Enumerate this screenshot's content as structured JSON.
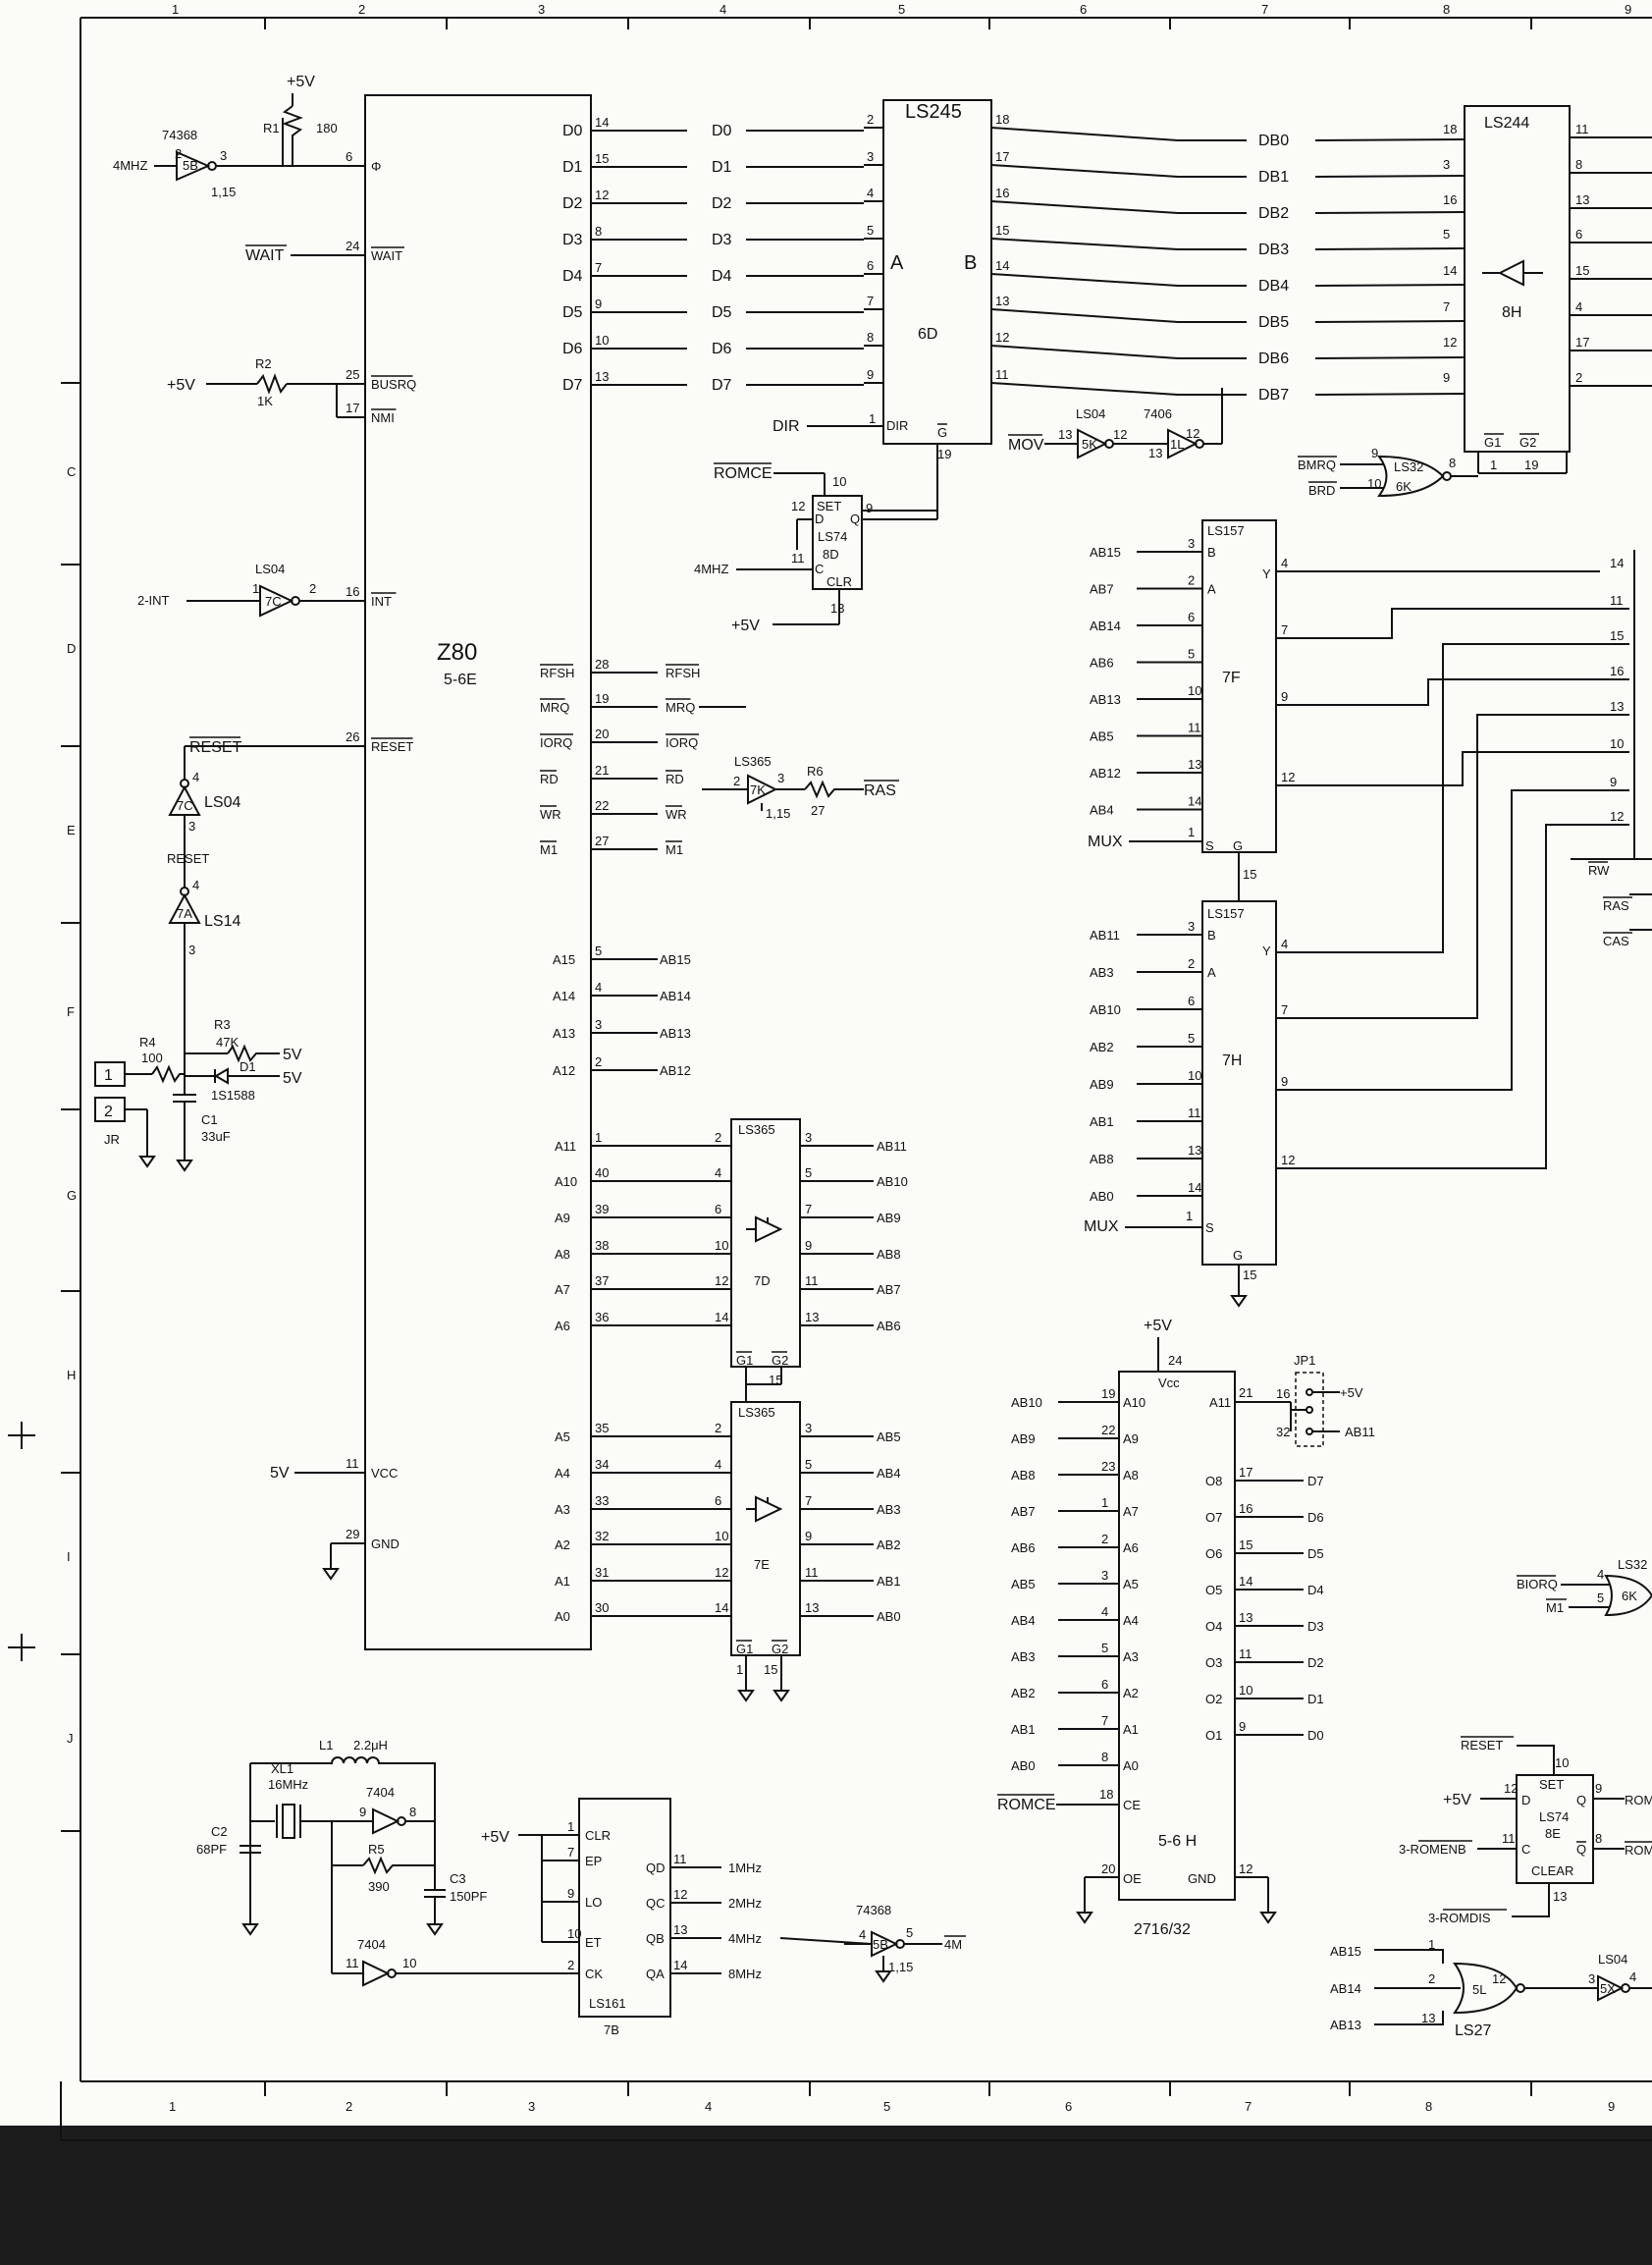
{
  "border": {
    "cols_top": [
      "1",
      "2",
      "3",
      "4",
      "5",
      "6",
      "7",
      "8",
      "9"
    ],
    "cols_bottom": [
      "1",
      "2",
      "3",
      "4",
      "5",
      "6",
      "7",
      "8",
      "9"
    ],
    "rows": [
      "C",
      "D",
      "E",
      "F",
      "G",
      "H",
      "I",
      "J"
    ]
  },
  "chips": {
    "z80": {
      "name": "Z80",
      "loc": "5-6E",
      "left_pins": [
        {
          "pin": "6",
          "name": "Φ"
        },
        {
          "pin": "24",
          "name": "WAIT"
        },
        {
          "pin": "25",
          "name": "BUSRQ"
        },
        {
          "pin": "17",
          "name": "NMI"
        },
        {
          "pin": "16",
          "name": "INT"
        },
        {
          "pin": "26",
          "name": "RESET"
        },
        {
          "pin": "11",
          "name": "VCC"
        },
        {
          "pin": "29",
          "name": "GND"
        }
      ],
      "data_pins": [
        {
          "name": "D0",
          "pin": "14"
        },
        {
          "name": "D1",
          "pin": "15"
        },
        {
          "name": "D2",
          "pin": "12"
        },
        {
          "name": "D3",
          "pin": "8"
        },
        {
          "name": "D4",
          "pin": "7"
        },
        {
          "name": "D5",
          "pin": "9"
        },
        {
          "name": "D6",
          "pin": "10"
        },
        {
          "name": "D7",
          "pin": "13"
        }
      ],
      "ctrl_pins": [
        {
          "name": "RFSH",
          "pin": "28",
          "net": "RFSH"
        },
        {
          "name": "MRQ",
          "pin": "19",
          "net": "MRQ"
        },
        {
          "name": "IORQ",
          "pin": "20",
          "net": "IORQ"
        },
        {
          "name": "RD",
          "pin": "21",
          "net": "RD"
        },
        {
          "name": "WR",
          "pin": "22",
          "net": "WR"
        },
        {
          "name": "M1",
          "pin": "27",
          "net": "M1"
        }
      ],
      "addr_hi_pins": [
        {
          "name": "A15",
          "pin": "5",
          "net": "AB15"
        },
        {
          "name": "A14",
          "pin": "4",
          "net": "AB14"
        },
        {
          "name": "A13",
          "pin": "3",
          "net": "AB13"
        },
        {
          "name": "A12",
          "pin": "2",
          "net": "AB12"
        }
      ],
      "addr_pins": [
        {
          "name": "A11",
          "pin": "1"
        },
        {
          "name": "A10",
          "pin": "40"
        },
        {
          "name": "A9",
          "pin": "39"
        },
        {
          "name": "A8",
          "pin": "38"
        },
        {
          "name": "A7",
          "pin": "37"
        },
        {
          "name": "A6",
          "pin": "36"
        },
        {
          "name": "A5",
          "pin": "35"
        },
        {
          "name": "A4",
          "pin": "34"
        },
        {
          "name": "A3",
          "pin": "33"
        },
        {
          "name": "A2",
          "pin": "32"
        },
        {
          "name": "A1",
          "pin": "31"
        },
        {
          "name": "A0",
          "pin": "30"
        }
      ]
    },
    "ls245": {
      "name": "LS245",
      "loc": "6D",
      "a": "A",
      "b": "B",
      "dir": "DIR",
      "g": "G",
      "g_pin": "19",
      "dir_pin": "1",
      "nets_in": [
        "D0",
        "D1",
        "D2",
        "D3",
        "D4",
        "D5",
        "D6",
        "D7"
      ],
      "pins_in": [
        "2",
        "3",
        "4",
        "5",
        "6",
        "7",
        "8",
        "9"
      ],
      "pins_out": [
        "18",
        "17",
        "16",
        "15",
        "14",
        "13",
        "12",
        "11"
      ],
      "nets_out": [
        "DB0",
        "DB1",
        "DB2",
        "DB3",
        "DB4",
        "DB5",
        "DB6",
        "DB7"
      ],
      "dir_net": "DIR"
    },
    "ls244": {
      "name": "LS244",
      "loc": "8H",
      "pins_in": [
        "18",
        "3",
        "16",
        "5",
        "14",
        "7",
        "12",
        "9"
      ],
      "pins_out": [
        "11",
        "8",
        "13",
        "6",
        "15",
        "4",
        "17",
        "2"
      ],
      "g1": "G1",
      "g2": "G2",
      "g1_pin": "1",
      "g2_pin": "19"
    },
    "ls157_7f": {
      "name": "LS157",
      "loc": "7F",
      "inputs": [
        {
          "net": "AB15",
          "pin": "3",
          "port": "B"
        },
        {
          "net": "AB7",
          "pin": "2",
          "port": "A"
        },
        {
          "net": "AB14",
          "pin": "6"
        },
        {
          "net": "AB6",
          "pin": "5"
        },
        {
          "net": "AB13",
          "pin": "10"
        },
        {
          "net": "AB5",
          "pin": "11"
        },
        {
          "net": "AB12",
          "pin": "13"
        },
        {
          "net": "AB4",
          "pin": "14"
        }
      ],
      "mux": "MUX",
      "s": "S",
      "s_pin": "1",
      "g": "G",
      "g_pin": "15",
      "y": "Y",
      "outs": [
        "4",
        "7",
        "9",
        "12"
      ]
    },
    "ls157_7h": {
      "name": "LS157",
      "loc": "7H",
      "inputs": [
        {
          "net": "AB11",
          "pin": "3",
          "port": "B"
        },
        {
          "net": "AB3",
          "pin": "2",
          "port": "A"
        },
        {
          "net": "AB10",
          "pin": "6"
        },
        {
          "net": "AB2",
          "pin": "5"
        },
        {
          "net": "AB9",
          "pin": "10"
        },
        {
          "net": "AB1",
          "pin": "11"
        },
        {
          "net": "AB8",
          "pin": "13"
        },
        {
          "net": "AB0",
          "pin": "14"
        }
      ],
      "mux": "MUX",
      "s": "S",
      "s_pin": "1",
      "g": "G",
      "g_pin": "15",
      "y": "Y",
      "outs": [
        "4",
        "7",
        "9",
        "12"
      ]
    },
    "ls365_7d": {
      "name": "LS365",
      "loc": "7D",
      "pins_in": [
        "2",
        "4",
        "6",
        "10",
        "12",
        "14"
      ],
      "pins_out": [
        "3",
        "5",
        "7",
        "9",
        "11",
        "13"
      ],
      "nets": [
        "AB11",
        "AB10",
        "AB9",
        "AB8",
        "AB7",
        "AB6"
      ],
      "g1": "G1",
      "g2": "G2",
      "g_pin": "15"
    },
    "ls365_7e": {
      "name": "LS365",
      "loc": "7E",
      "pins_in": [
        "2",
        "4",
        "6",
        "10",
        "12",
        "14"
      ],
      "pins_out": [
        "3",
        "5",
        "7",
        "9",
        "11",
        "13"
      ],
      "nets": [
        "AB5",
        "AB4",
        "AB3",
        "AB2",
        "AB1",
        "AB0"
      ],
      "g1": "G1",
      "g2": "G2",
      "g1_pin": "1",
      "g2_pin": "15"
    },
    "rom": {
      "loc": "5-6 H",
      "part": "2716/32",
      "vcc": "Vcc",
      "vcc_pin": "24",
      "vcc_net": "+5V",
      "addr": [
        {
          "net": "AB10",
          "pin": "19",
          "port": "A10"
        },
        {
          "net": "AB9",
          "pin": "22",
          "port": "A9"
        },
        {
          "net": "AB8",
          "pin": "23",
          "port": "A8"
        },
        {
          "net": "AB7",
          "pin": "1",
          "port": "A7"
        },
        {
          "net": "AB6",
          "pin": "2",
          "port": "A6"
        },
        {
          "net": "AB5",
          "pin": "3",
          "port": "A5"
        },
        {
          "net": "AB4",
          "pin": "4",
          "port": "A4"
        },
        {
          "net": "AB3",
          "pin": "5",
          "port": "A3"
        },
        {
          "net": "AB2",
          "pin": "6",
          "port": "A2"
        },
        {
          "net": "AB1",
          "pin": "7",
          "port": "A1"
        },
        {
          "net": "AB0",
          "pin": "8",
          "port": "A0"
        }
      ],
      "ce": {
        "net": "ROMCE",
        "pin": "18",
        "port": "CE"
      },
      "oe": {
        "pin": "20",
        "port": "OE"
      },
      "gnd": {
        "pin": "12",
        "port": "GND"
      },
      "a11": {
        "port": "A11",
        "pin": "21"
      },
      "outs": [
        {
          "port": "O8",
          "pin": "17",
          "net": "D7"
        },
        {
          "port": "O7",
          "pin": "16",
          "net": "D6"
        },
        {
          "port": "O6",
          "pin": "15",
          "net": "D5"
        },
        {
          "port": "O5",
          "pin": "14",
          "net": "D4"
        },
        {
          "port": "O4",
          "pin": "13",
          "net": "D3"
        },
        {
          "port": "O3",
          "pin": "11",
          "net": "D2"
        },
        {
          "port": "O2",
          "pin": "10",
          "net": "D1"
        },
        {
          "port": "O1",
          "pin": "9",
          "net": "D0"
        }
      ],
      "jp1": {
        "name": "JP1",
        "p16": "16",
        "p32": "32",
        "plus5": "+5V",
        "ab11": "AB11"
      }
    },
    "ls161": {
      "name": "LS161",
      "loc": "7B",
      "left": [
        {
          "port": "CLR",
          "pin": "1"
        },
        {
          "port": "EP",
          "pin": "7"
        },
        {
          "port": "LO",
          "pin": "9"
        },
        {
          "port": "ET",
          "pin": "10"
        },
        {
          "port": "CK",
          "pin": "2"
        }
      ],
      "right": [
        {
          "port": "QD",
          "pin": "11",
          "net": "1MHz"
        },
        {
          "port": "QC",
          "pin": "12",
          "net": "2MHz"
        },
        {
          "port": "QB",
          "pin": "13",
          "net": "4MHz"
        },
        {
          "port": "QA",
          "pin": "14",
          "net": "8MHz"
        }
      ],
      "plus5": "+5V"
    },
    "ls74_8d": {
      "name": "LS74",
      "loc": "8D",
      "set": "SET",
      "d": "D",
      "q": "Q",
      "c": "C",
      "clr": "CLR"
    },
    "ls74_8e": {
      "name": "LS74",
      "loc": "8E",
      "set": "SET",
      "d": "D",
      "q": "Q",
      "c": "C",
      "clear": "CLEAR"
    }
  },
  "misc": {
    "clk_gate": {
      "part": "74368",
      "loc": "5B",
      "in": "4MHZ",
      "pins": "2",
      "out_pin": "3",
      "power": "1,15"
    },
    "r1": {
      "name": "R1",
      "value": "180",
      "plus5": "+5V"
    },
    "wait": "WAIT",
    "busrq_plus5": "+5V",
    "r2": {
      "name": "R2",
      "value": "1K"
    },
    "int_in": "2-INT",
    "int_gate": {
      "part": "LS04",
      "loc": "7C",
      "pin_in": "1",
      "pin_out": "2"
    },
    "reset_label": "RESET",
    "reset_plain": "RESET",
    "reset_gate1": {
      "part": "LS04",
      "loc": "7C",
      "p4": "4",
      "p3": "3"
    },
    "reset_gate2": {
      "part": "LS14",
      "loc": "7A",
      "p4": "4",
      "p3": "3"
    },
    "r3": {
      "name": "R3",
      "value": "47K",
      "v": "5V"
    },
    "r4": {
      "name": "R4",
      "value": "100"
    },
    "d1": {
      "name": "D1",
      "v": "5V",
      "part": "1S1588"
    },
    "c1": {
      "name": "C1",
      "value": "33uF"
    },
    "jr": {
      "label": "JR",
      "t1": "1",
      "t2": "2"
    },
    "vcc_net": "5V",
    "dir_in": "DIR",
    "romce": "ROMCE",
    "clk4": "4MHZ",
    "plus5_8d": "+5V",
    "ls74_pins": {
      "p10": "10",
      "p12": "12",
      "p9": "9",
      "p11": "11",
      "p13": "13"
    },
    "mov": {
      "net": "MOV",
      "gate1": "LS04",
      "loc1": "5K",
      "g1_in": "13",
      "g1_out": "12",
      "gate2": "7406",
      "loc2": "1L",
      "g2_in": "13",
      "g2_out": "12"
    },
    "bmrq": "BMRQ",
    "brd": "BRD",
    "ls32_6k": {
      "part": "LS32",
      "loc": "6K",
      "pins": [
        "9",
        "10",
        "8"
      ]
    },
    "ls365_7k": {
      "part": "LS365",
      "loc": "7K",
      "in_pin": "2",
      "out_pin": "3",
      "power": "1,15",
      "r6": "R6",
      "r6v": "27",
      "ras": "RAS"
    },
    "right_cut": {
      "rw": "RW",
      "ras": "RAS",
      "cas": "CAS",
      "pins": [
        "14",
        "11",
        "15",
        "16",
        "13",
        "10",
        "9",
        "12"
      ]
    },
    "biorq": "BIORQ",
    "m1": "M1",
    "ls32b": {
      "part": "LS32",
      "loc": "6K",
      "p4": "4",
      "p5": "5"
    },
    "ls74_8e_nets": {
      "reset": "RESET",
      "plus5": "+5V",
      "romenb": "3-ROMENB",
      "romdis": "3-ROMDIS",
      "rom": "ROM",
      "p10": "10",
      "p12": "12",
      "p9": "9",
      "p11": "11",
      "p8": "8",
      "p13": "13"
    },
    "ls27": {
      "part": "LS27",
      "loc": "5L",
      "in": [
        "AB15",
        "AB14",
        "AB13"
      ],
      "pins": [
        "1",
        "2",
        "13",
        "12"
      ],
      "gate": "LS04",
      "gate_loc": "5X",
      "p3": "3",
      "p4": "4"
    },
    "xtal": {
      "l1": "L1",
      "l1v": "2.2μH",
      "xl1": "XL1",
      "freq": "16MHz",
      "c2": "C2",
      "c2v": "68PF",
      "r5": "R5",
      "r5v": "390",
      "c3": "C3",
      "c3v": "150PF",
      "inv1": "7404",
      "inv1_p": [
        "9",
        "8"
      ],
      "inv2": "7404",
      "inv2_p": [
        "11",
        "10"
      ]
    },
    "clk_out": {
      "part": "74368",
      "loc": "5B",
      "in_pin": "4",
      "out_pin": "5",
      "power": "1,15",
      "net": "4M"
    }
  }
}
